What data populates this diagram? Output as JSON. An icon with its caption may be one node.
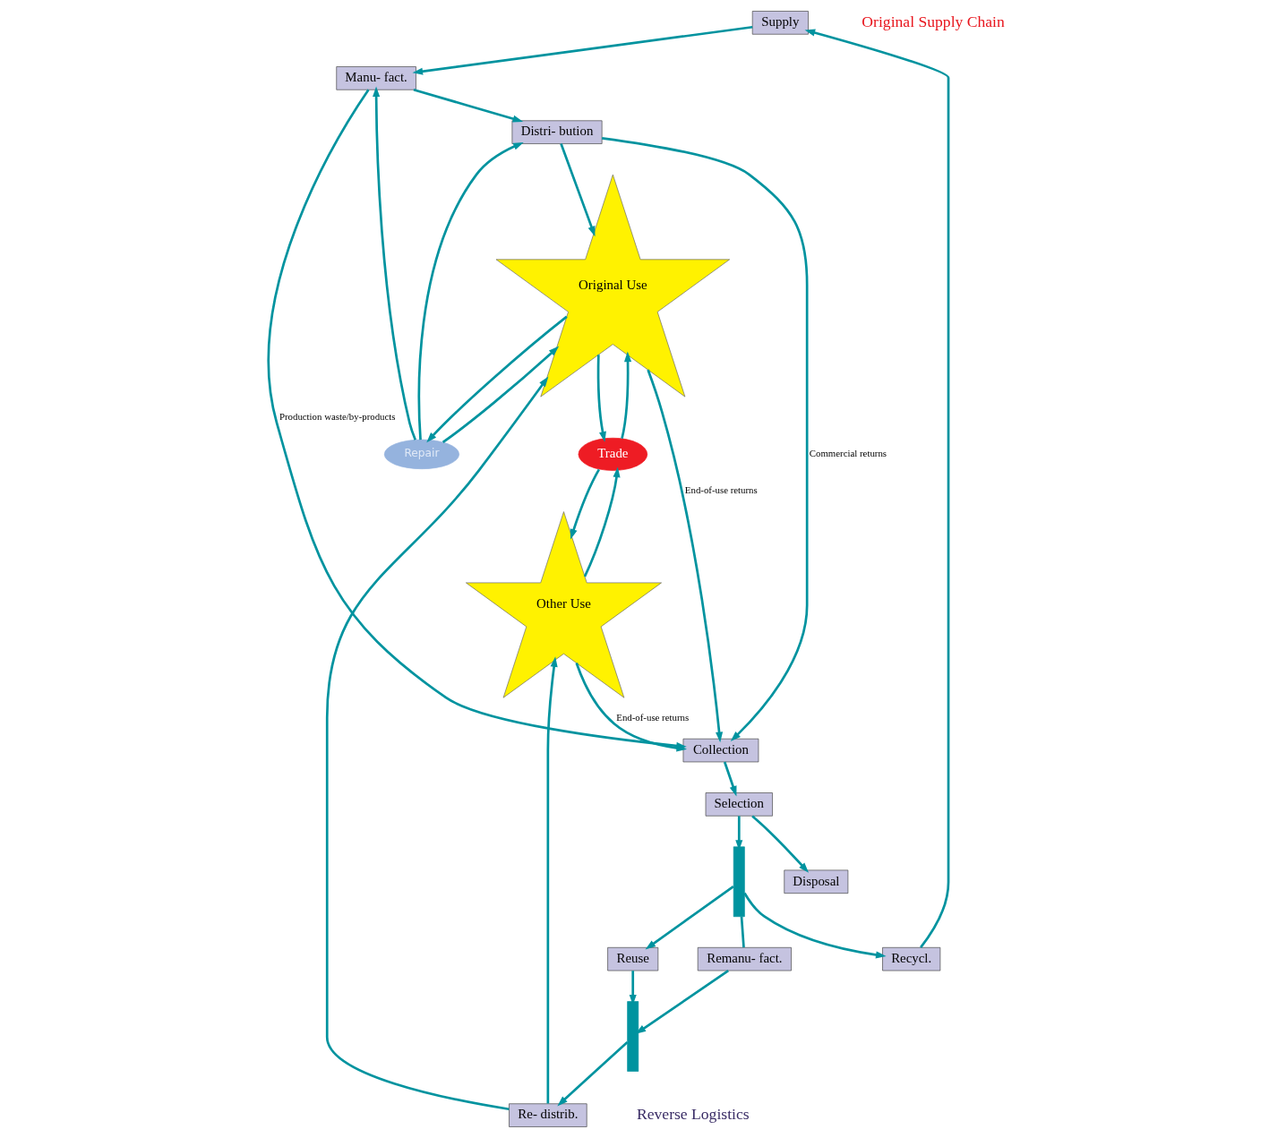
{
  "diagram": {
    "nodes": [
      {
        "text": [
          "Supply"
        ]
      },
      {
        "text": [
          "Manu- fact."
        ]
      },
      {
        "text": [
          "Distri- bution"
        ]
      },
      {
        "text": [
          "Repair"
        ]
      },
      {
        "text": [
          "Other Use"
        ]
      },
      {
        "text": [
          "Original Use"
        ]
      },
      {
        "text": [
          "Trade"
        ]
      },
      {
        "text": [
          "Collection"
        ]
      },
      {
        "text": [
          "Reuse"
        ]
      },
      {
        "text": [
          "Re- distrib."
        ]
      },
      {
        "text": [
          "Remanu- fact."
        ]
      },
      {
        "text": [
          "Recycl."
        ]
      },
      {
        "text": [
          "Selection"
        ]
      },
      {
        "text": [
          "Disposal"
        ]
      },
      {
        "text": [],
        "shape": "bar"
      },
      {
        "text": [],
        "shape": "bar"
      }
    ],
    "edges": [
      {
        "from": 0,
        "to": 1,
        "arrow": "to"
      },
      {
        "from": 1,
        "to": 2,
        "arrow": "to"
      },
      {
        "from": 2,
        "to": 5,
        "arrow": "to"
      },
      {
        "from": 3,
        "to": 1,
        "arrow": "to"
      },
      {
        "from": 3,
        "to": 2,
        "arrow": "to"
      },
      {
        "from": 3,
        "to": 5,
        "arrow": "to"
      },
      {
        "from": 5,
        "to": 3,
        "arrow": "to"
      },
      {
        "from": 4,
        "to": 6,
        "arrow": "to"
      },
      {
        "from": 6,
        "to": 4,
        "arrow": "to"
      },
      {
        "from": 5,
        "to": 6,
        "arrow": "to"
      },
      {
        "from": 6,
        "to": 5,
        "arrow": "to"
      },
      {
        "from": 1,
        "to": 7,
        "arrow": "to",
        "label": "Production waste/by-products"
      },
      {
        "from": 2,
        "to": 7,
        "arrow": "to",
        "label": "Commercial returns"
      },
      {
        "from": 5,
        "to": 7,
        "arrow": "to",
        "label": "End-of-use returns"
      },
      {
        "from": 4,
        "to": 7,
        "arrow": "to",
        "label": "End-of-use returns"
      },
      {
        "from": 7,
        "to": 12,
        "arrow": "to"
      },
      {
        "from": 12,
        "to": 15,
        "arrow": "to"
      },
      {
        "from": 12,
        "to": 13,
        "arrow": "to"
      },
      {
        "from": 15,
        "to": 8,
        "arrow": "to"
      },
      {
        "from": 15,
        "to": 10,
        "arrow": "none"
      },
      {
        "from": 15,
        "to": 11,
        "arrow": "to"
      },
      {
        "from": 8,
        "to": 14,
        "arrow": "to"
      },
      {
        "from": 10,
        "to": 14,
        "arrow": "to"
      },
      {
        "from": 14,
        "to": 9,
        "arrow": "to"
      },
      {
        "from": 9,
        "to": 4,
        "arrow": "to"
      },
      {
        "from": 9,
        "to": 5,
        "arrow": "to"
      },
      {
        "from": 11,
        "to": 0,
        "arrow": "to"
      }
    ],
    "labels": [
      "Original Supply Chain",
      "Reverse Logistics"
    ]
  }
}
